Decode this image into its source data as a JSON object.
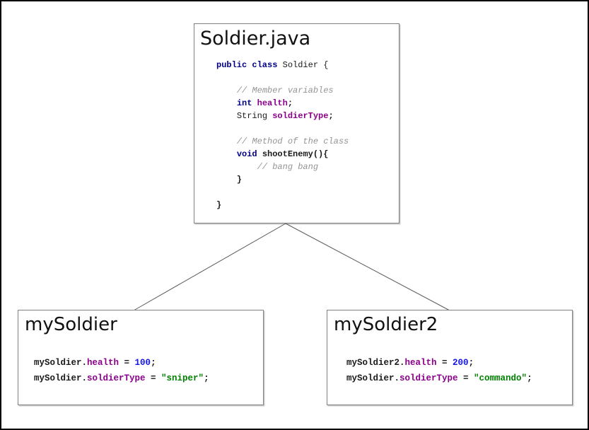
{
  "colors": {
    "page_background": "#ffffff",
    "page_border": "#000000",
    "box_border": "#808080",
    "connector_line": "#5a5a5a",
    "syntax_keyword": "#00008B",
    "syntax_field": "#8B008B",
    "syntax_number": "#1414E6",
    "syntax_string": "#008000",
    "syntax_comment": "#949494",
    "syntax_plain": "#1a1a1a"
  },
  "class_box": {
    "title": "Soldier.java",
    "code": [
      {
        "tokens": [
          {
            "text": "public class ",
            "type": "keyword"
          },
          {
            "text": "Soldier {",
            "type": "normal"
          }
        ]
      },
      {
        "tokens": []
      },
      {
        "tokens": [
          {
            "text": "    ",
            "type": "plain"
          },
          {
            "text": "// Member variables",
            "type": "comment"
          }
        ]
      },
      {
        "tokens": [
          {
            "text": "    ",
            "type": "plain"
          },
          {
            "text": "int ",
            "type": "keyword"
          },
          {
            "text": "health",
            "type": "field"
          },
          {
            "text": ";",
            "type": "plain"
          }
        ]
      },
      {
        "tokens": [
          {
            "text": "    ",
            "type": "plain"
          },
          {
            "text": "String ",
            "type": "normal"
          },
          {
            "text": "soldierType",
            "type": "field"
          },
          {
            "text": ";",
            "type": "plain"
          }
        ]
      },
      {
        "tokens": []
      },
      {
        "tokens": [
          {
            "text": "    ",
            "type": "plain"
          },
          {
            "text": "// Method of the class",
            "type": "comment"
          }
        ]
      },
      {
        "tokens": [
          {
            "text": "    ",
            "type": "plain"
          },
          {
            "text": "void ",
            "type": "keyword"
          },
          {
            "text": "shootEnemy(){",
            "type": "plain"
          }
        ]
      },
      {
        "tokens": [
          {
            "text": "        ",
            "type": "plain"
          },
          {
            "text": "// bang bang",
            "type": "comment"
          }
        ]
      },
      {
        "tokens": [
          {
            "text": "    }",
            "type": "plain"
          }
        ]
      },
      {
        "tokens": []
      },
      {
        "tokens": [
          {
            "text": "}",
            "type": "plain"
          }
        ]
      }
    ]
  },
  "instance_boxes": [
    {
      "title": "mySoldier",
      "code": [
        {
          "tokens": [
            {
              "text": "mySoldier.",
              "type": "plain"
            },
            {
              "text": "health",
              "type": "field"
            },
            {
              "text": " = ",
              "type": "plain"
            },
            {
              "text": "100",
              "type": "number"
            },
            {
              "text": ";",
              "type": "plain"
            }
          ]
        },
        {
          "tokens": [
            {
              "text": "mySoldier.",
              "type": "plain"
            },
            {
              "text": "soldierType",
              "type": "field"
            },
            {
              "text": " = ",
              "type": "plain"
            },
            {
              "text": "\"sniper\"",
              "type": "string"
            },
            {
              "text": ";",
              "type": "plain"
            }
          ]
        }
      ]
    },
    {
      "title": "mySoldier2",
      "code": [
        {
          "tokens": [
            {
              "text": "mySoldier2.",
              "type": "plain"
            },
            {
              "text": "health",
              "type": "field"
            },
            {
              "text": " = ",
              "type": "plain"
            },
            {
              "text": "200",
              "type": "number"
            },
            {
              "text": ";",
              "type": "plain"
            }
          ]
        },
        {
          "tokens": [
            {
              "text": "mySoldier.",
              "type": "plain"
            },
            {
              "text": "soldierType",
              "type": "field"
            },
            {
              "text": " = ",
              "type": "plain"
            },
            {
              "text": "\"commando\"",
              "type": "string"
            },
            {
              "text": ";",
              "type": "plain"
            }
          ]
        }
      ]
    }
  ]
}
